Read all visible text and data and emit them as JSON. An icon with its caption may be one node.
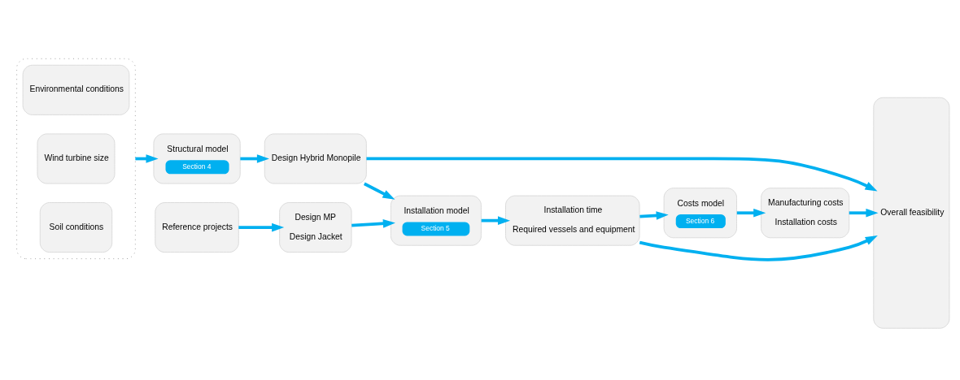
{
  "diagram": {
    "nodes": [
      {
        "text": [],
        "shape": "box"
      },
      {
        "text": [
          "Environmental conditions"
        ],
        "in": 0
      },
      {
        "text": [
          "Wind turbine size"
        ],
        "in": 0
      },
      {
        "text": [
          "Soil conditions"
        ],
        "in": 0
      },
      {
        "text": [
          "Structural model",
          "Section 4"
        ]
      },
      {
        "text": [
          "Design Hybrid Monopile"
        ]
      },
      {
        "text": [
          "Installation model",
          "Section 5"
        ]
      },
      {
        "text": [
          "Installation time",
          "Required vessels and equipment"
        ]
      },
      {
        "text": [
          "Costs model",
          "Section 6"
        ]
      },
      {
        "text": [
          "Manufacturing costs",
          "Installation costs"
        ]
      },
      {
        "text": [
          "Overall feasibility"
        ]
      },
      {
        "text": [
          "Reference projects"
        ]
      },
      {
        "text": [
          "Design MP",
          "Design Jacket"
        ]
      }
    ],
    "edges": [
      {
        "from": 0,
        "to": 4,
        "arrow": "to"
      },
      {
        "from": 4,
        "to": 5,
        "arrow": "to"
      },
      {
        "from": 5,
        "to": 6,
        "arrow": "to"
      },
      {
        "from": 6,
        "to": 7,
        "arrow": "to"
      },
      {
        "from": 7,
        "to": 8,
        "arrow": "to"
      },
      {
        "from": 8,
        "to": 9,
        "arrow": "to"
      },
      {
        "from": 9,
        "to": 10,
        "arrow": "to"
      },
      {
        "from": 5,
        "to": 10,
        "arrow": "to"
      },
      {
        "from": 7,
        "to": 10,
        "arrow": "to"
      },
      {
        "from": 11,
        "to": 12,
        "arrow": "to"
      },
      {
        "from": 12,
        "to": 6,
        "arrow": "to"
      }
    ]
  }
}
